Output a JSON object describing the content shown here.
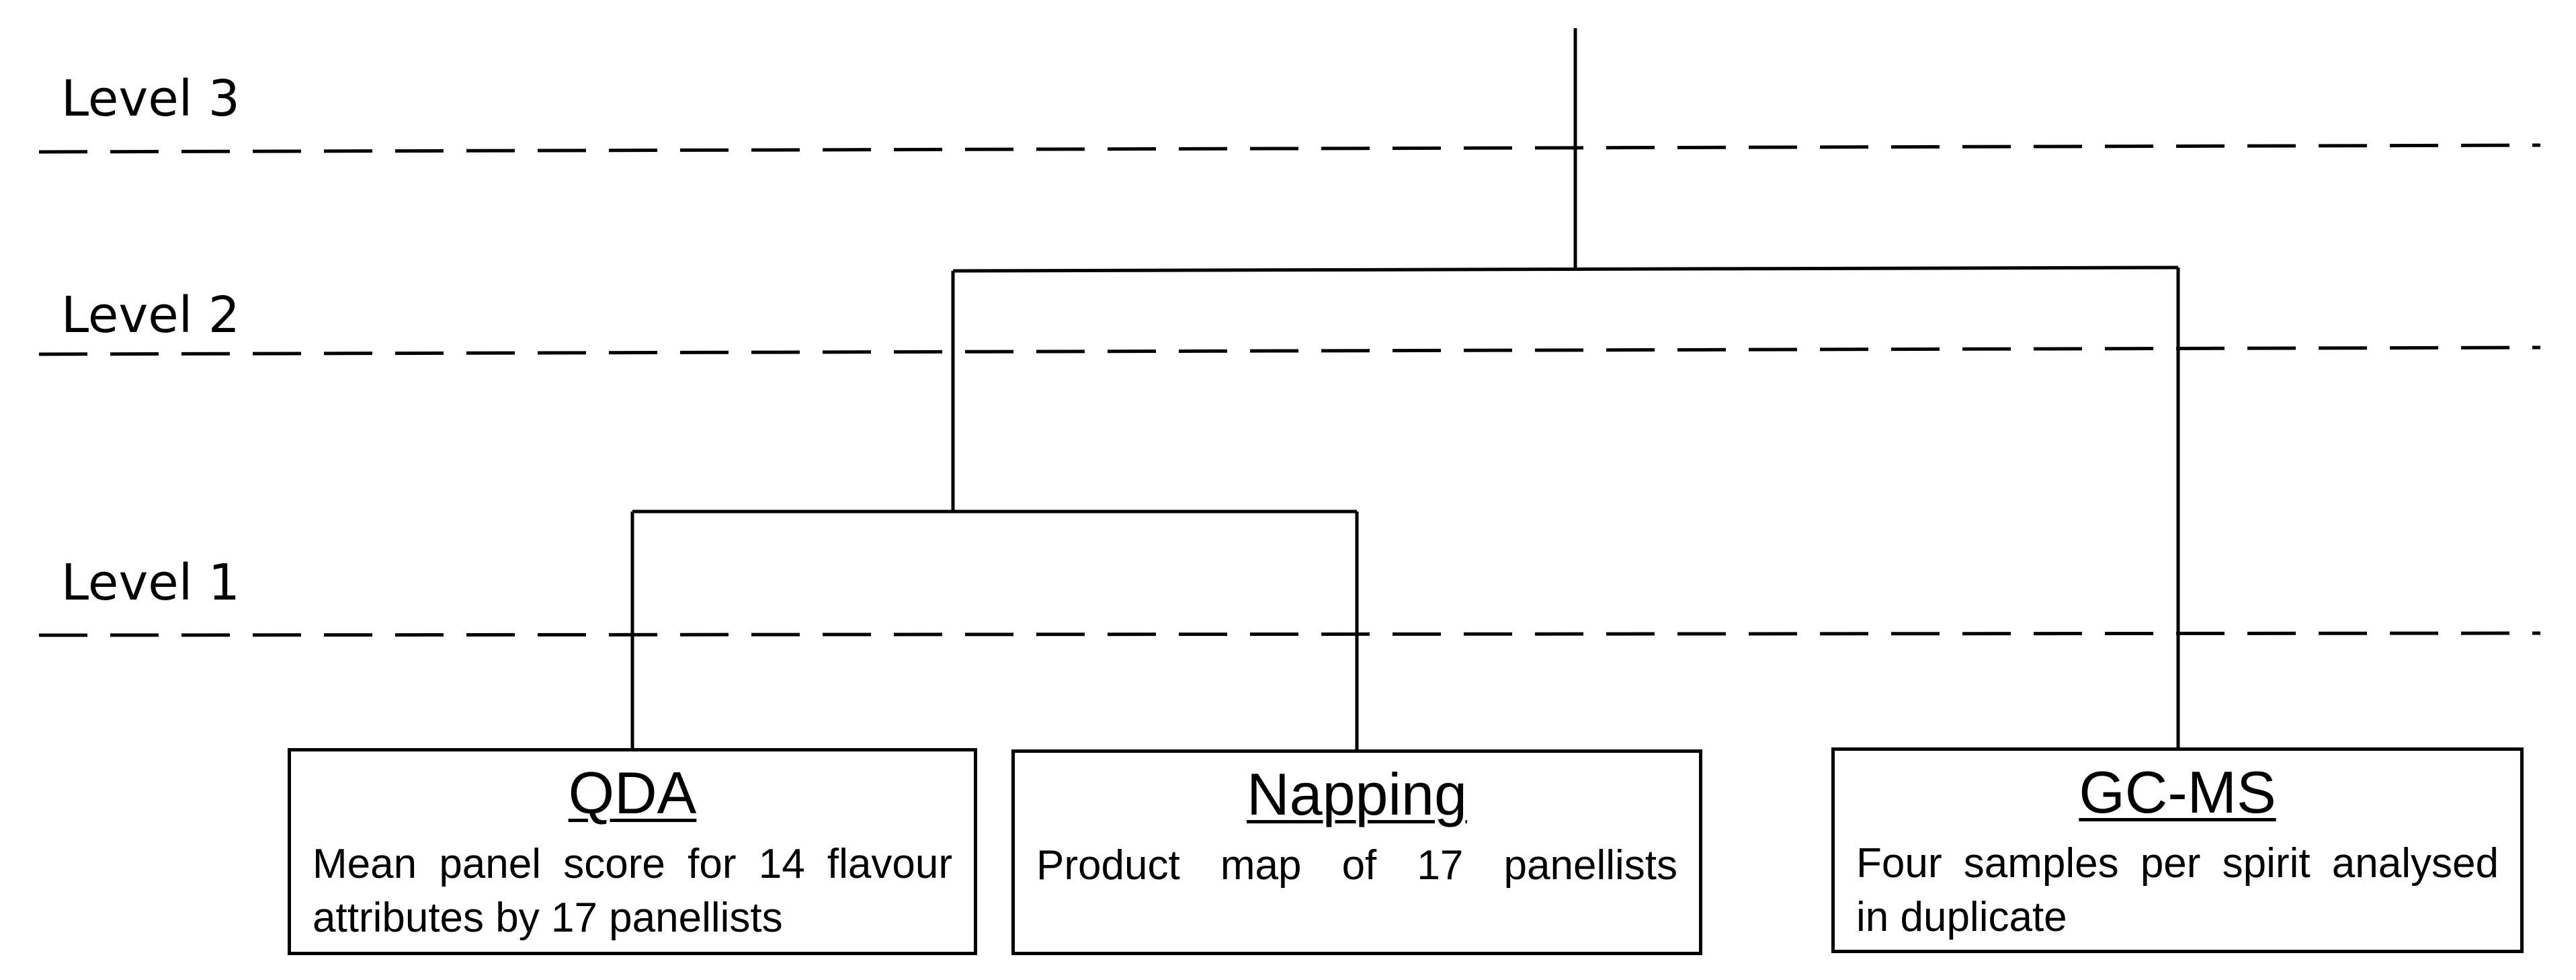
{
  "levels": [
    {
      "label": "Level 3"
    },
    {
      "label": "Level 2"
    },
    {
      "label": "Level 1"
    }
  ],
  "boxes": [
    {
      "title": "QDA",
      "description": "Mean panel score for 14 flavour attributes by 17 panellists"
    },
    {
      "title": "Napping",
      "description": "Product map of 17 panellists"
    },
    {
      "title": "GC-MS",
      "description": "Four samples per spirit analysed in duplicate"
    }
  ]
}
